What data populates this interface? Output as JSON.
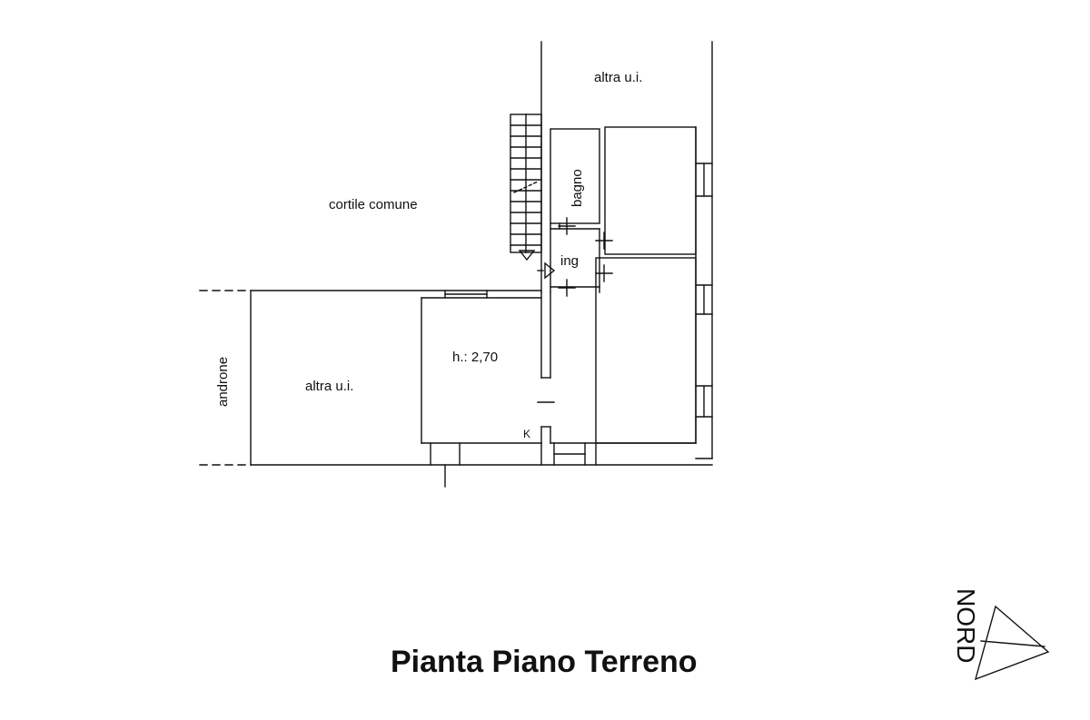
{
  "labels": {
    "altra_top": "altra u.i.",
    "cortile": "cortile comune",
    "bagno": "bagno",
    "ing": "ing",
    "height": "h.: 2,70",
    "androne": "androne",
    "altra_left": "altra u.i.",
    "k": "K"
  },
  "title": "Pianta Piano Terreno",
  "north": "NORD"
}
